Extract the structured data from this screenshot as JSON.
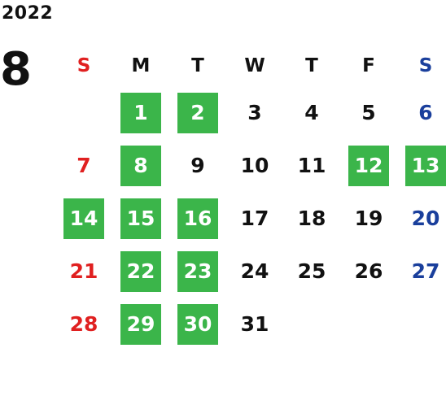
{
  "calendar": {
    "year": "2022",
    "month": "8",
    "weekdays": [
      "S",
      "M",
      "T",
      "W",
      "T",
      "F",
      "S"
    ],
    "weeks": [
      [
        "",
        "1",
        "2",
        "3",
        "4",
        "5",
        "6"
      ],
      [
        "7",
        "8",
        "9",
        "10",
        "11",
        "12",
        "13"
      ],
      [
        "14",
        "15",
        "16",
        "17",
        "18",
        "19",
        "20"
      ],
      [
        "21",
        "22",
        "23",
        "24",
        "25",
        "26",
        "27"
      ],
      [
        "28",
        "29",
        "30",
        "31",
        "",
        "",
        ""
      ]
    ],
    "highlighted_days": [
      "1",
      "2",
      "8",
      "12",
      "13",
      "14",
      "15",
      "16",
      "22",
      "23",
      "29",
      "30"
    ],
    "colors": {
      "highlight": "#3bb54a",
      "sunday": "#e02020",
      "saturday": "#1a3f9c",
      "text": "#111111"
    }
  }
}
